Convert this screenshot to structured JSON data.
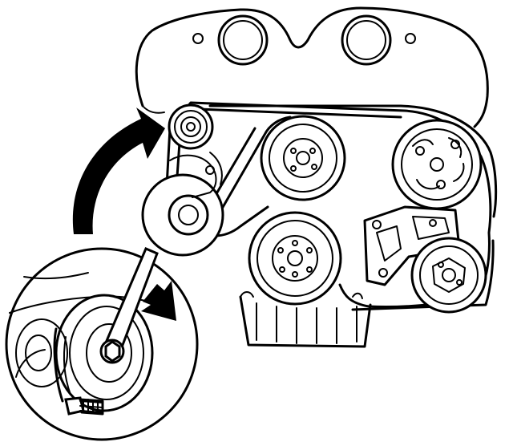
{
  "diagram": {
    "kind": "engine accessory drive belt tensioner illustration",
    "colors": {
      "line": "#000000",
      "background": "#ffffff"
    },
    "components": [
      "timing-cover",
      "tensioner-pulley",
      "idler-pulley",
      "water-pump-pulley",
      "crankshaft-pulley",
      "alternator-pulley",
      "power-steering-pulley",
      "ac-bracket",
      "oil-pan",
      "drive-belt",
      "rotation-arrow",
      "detail-inset",
      "wrench",
      "tensioner-bolt"
    ],
    "icons": [
      "curved-arrow-icon",
      "direction-arrow-icon",
      "hex-bolt-icon"
    ]
  }
}
